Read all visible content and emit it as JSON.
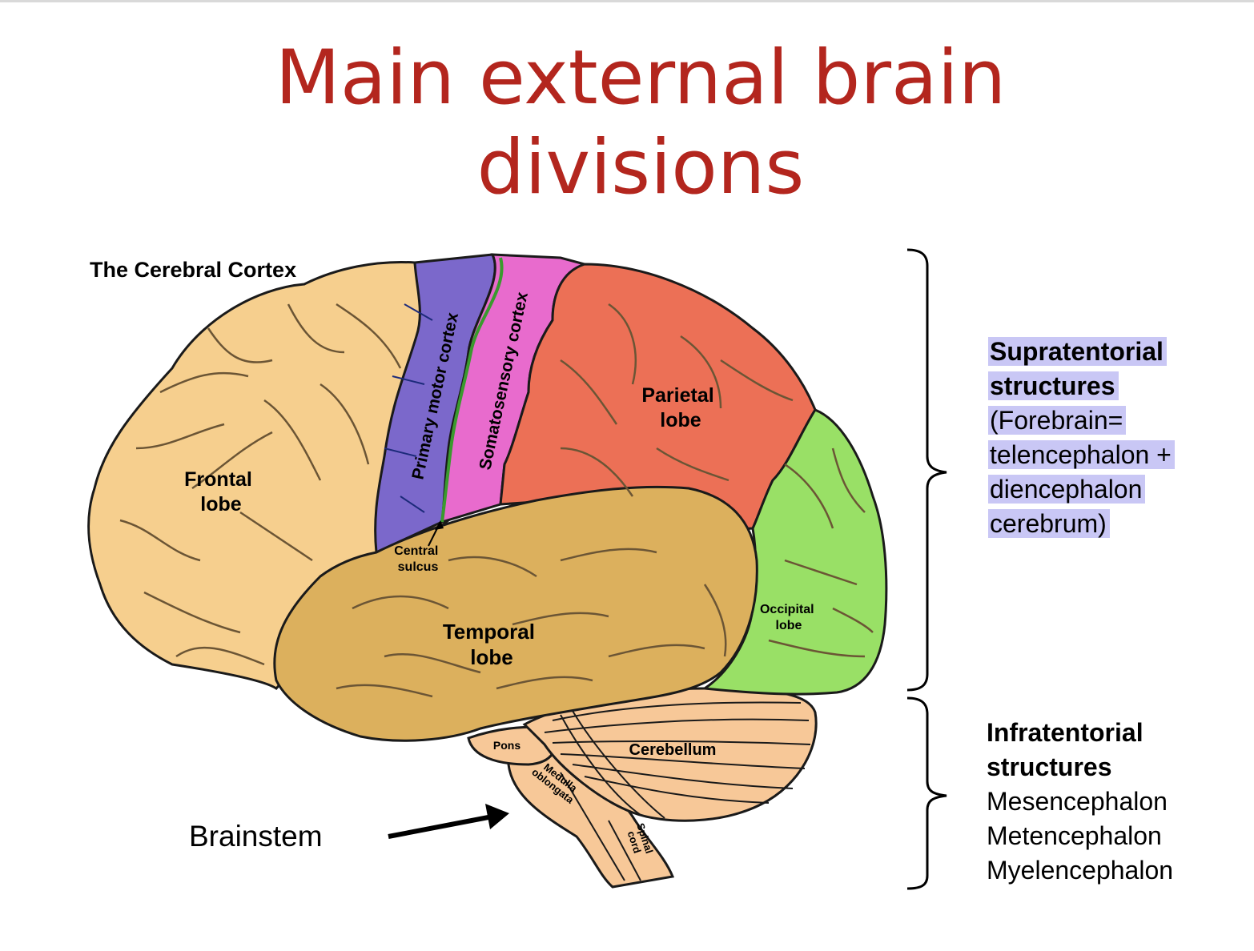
{
  "title": {
    "line1": "Main external brain",
    "line2": "divisions"
  },
  "diagram": {
    "heading": "The Cerebral Cortex",
    "regions": {
      "frontal": [
        "Frontal",
        "lobe"
      ],
      "primary_motor": "Primary motor cortex",
      "somatosensory": "Somatosensory cortex",
      "parietal": [
        "Parietal",
        "lobe"
      ],
      "central_sulcus": [
        "Central",
        "sulcus"
      ],
      "temporal": [
        "Temporal",
        "lobe"
      ],
      "occipital": [
        "Occipital",
        "lobe"
      ],
      "cerebellum": "Cerebellum",
      "pons": "Pons",
      "medulla": [
        "Medulla",
        "oblongata"
      ],
      "spinal": [
        "Spinal",
        "cord"
      ]
    },
    "brainstem_label": "Brainstem",
    "colors": {
      "frontal": "#f6cf8e",
      "motor": "#7b68cb",
      "somatosensory": "#e86bcd",
      "parietal": "#ec7056",
      "temporal": "#dcb05d",
      "occipital": "#99e066",
      "cerebellum": "#f7c898",
      "outline": "#1a1a1a",
      "gyri": "#6b5535",
      "title": "#b3261e",
      "highlight": "#c9c7f5"
    }
  },
  "supratentorial": {
    "heading_line1": "Supratentorial",
    "heading_line2": "structures",
    "lines": [
      "(Forebrain=",
      "telencephalon +",
      "diencephalon",
      "cerebrum)"
    ]
  },
  "infratentorial": {
    "heading_line1": "Infratentorial",
    "heading_line2": "structures",
    "lines": [
      "Mesencephalon",
      "Metencephalon",
      "Myelencephalon"
    ]
  }
}
